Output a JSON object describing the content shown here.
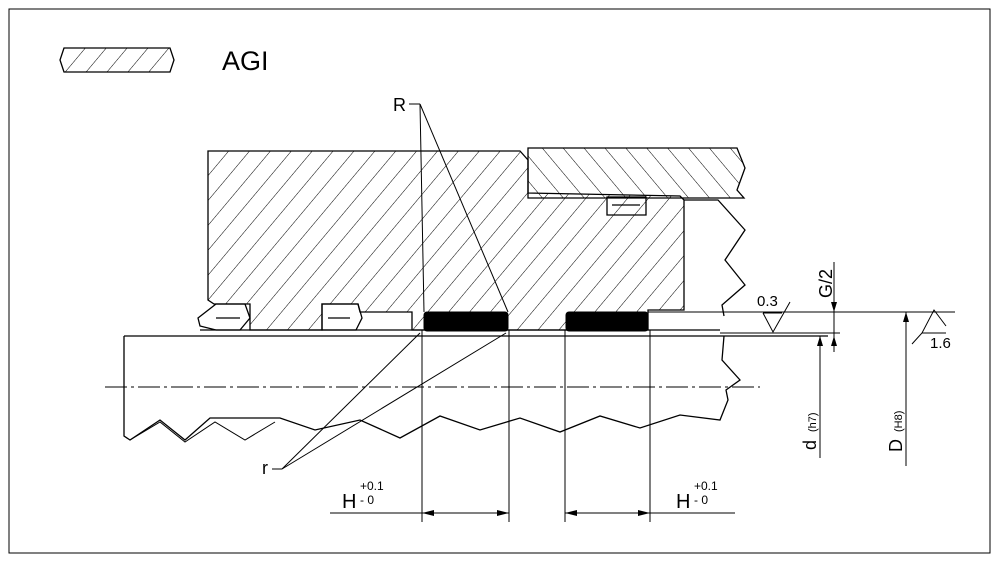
{
  "legend": {
    "material": "AGI"
  },
  "labels": {
    "R": "R",
    "r": "r",
    "G": "G/2",
    "roughness_outer": "1.6",
    "roughness_inner": "0.3",
    "d": "d",
    "d_tol": "(h7)",
    "D": "D",
    "D_tol": "(H8)",
    "H_left": "H",
    "H_left_plus": "+0.1",
    "H_left_minus": "- 0",
    "H_right": "H",
    "H_right_plus": "+0.1",
    "H_right_minus": "- 0"
  },
  "colors": {
    "line": "#000000",
    "seal": "#000000",
    "background": "#ffffff"
  }
}
